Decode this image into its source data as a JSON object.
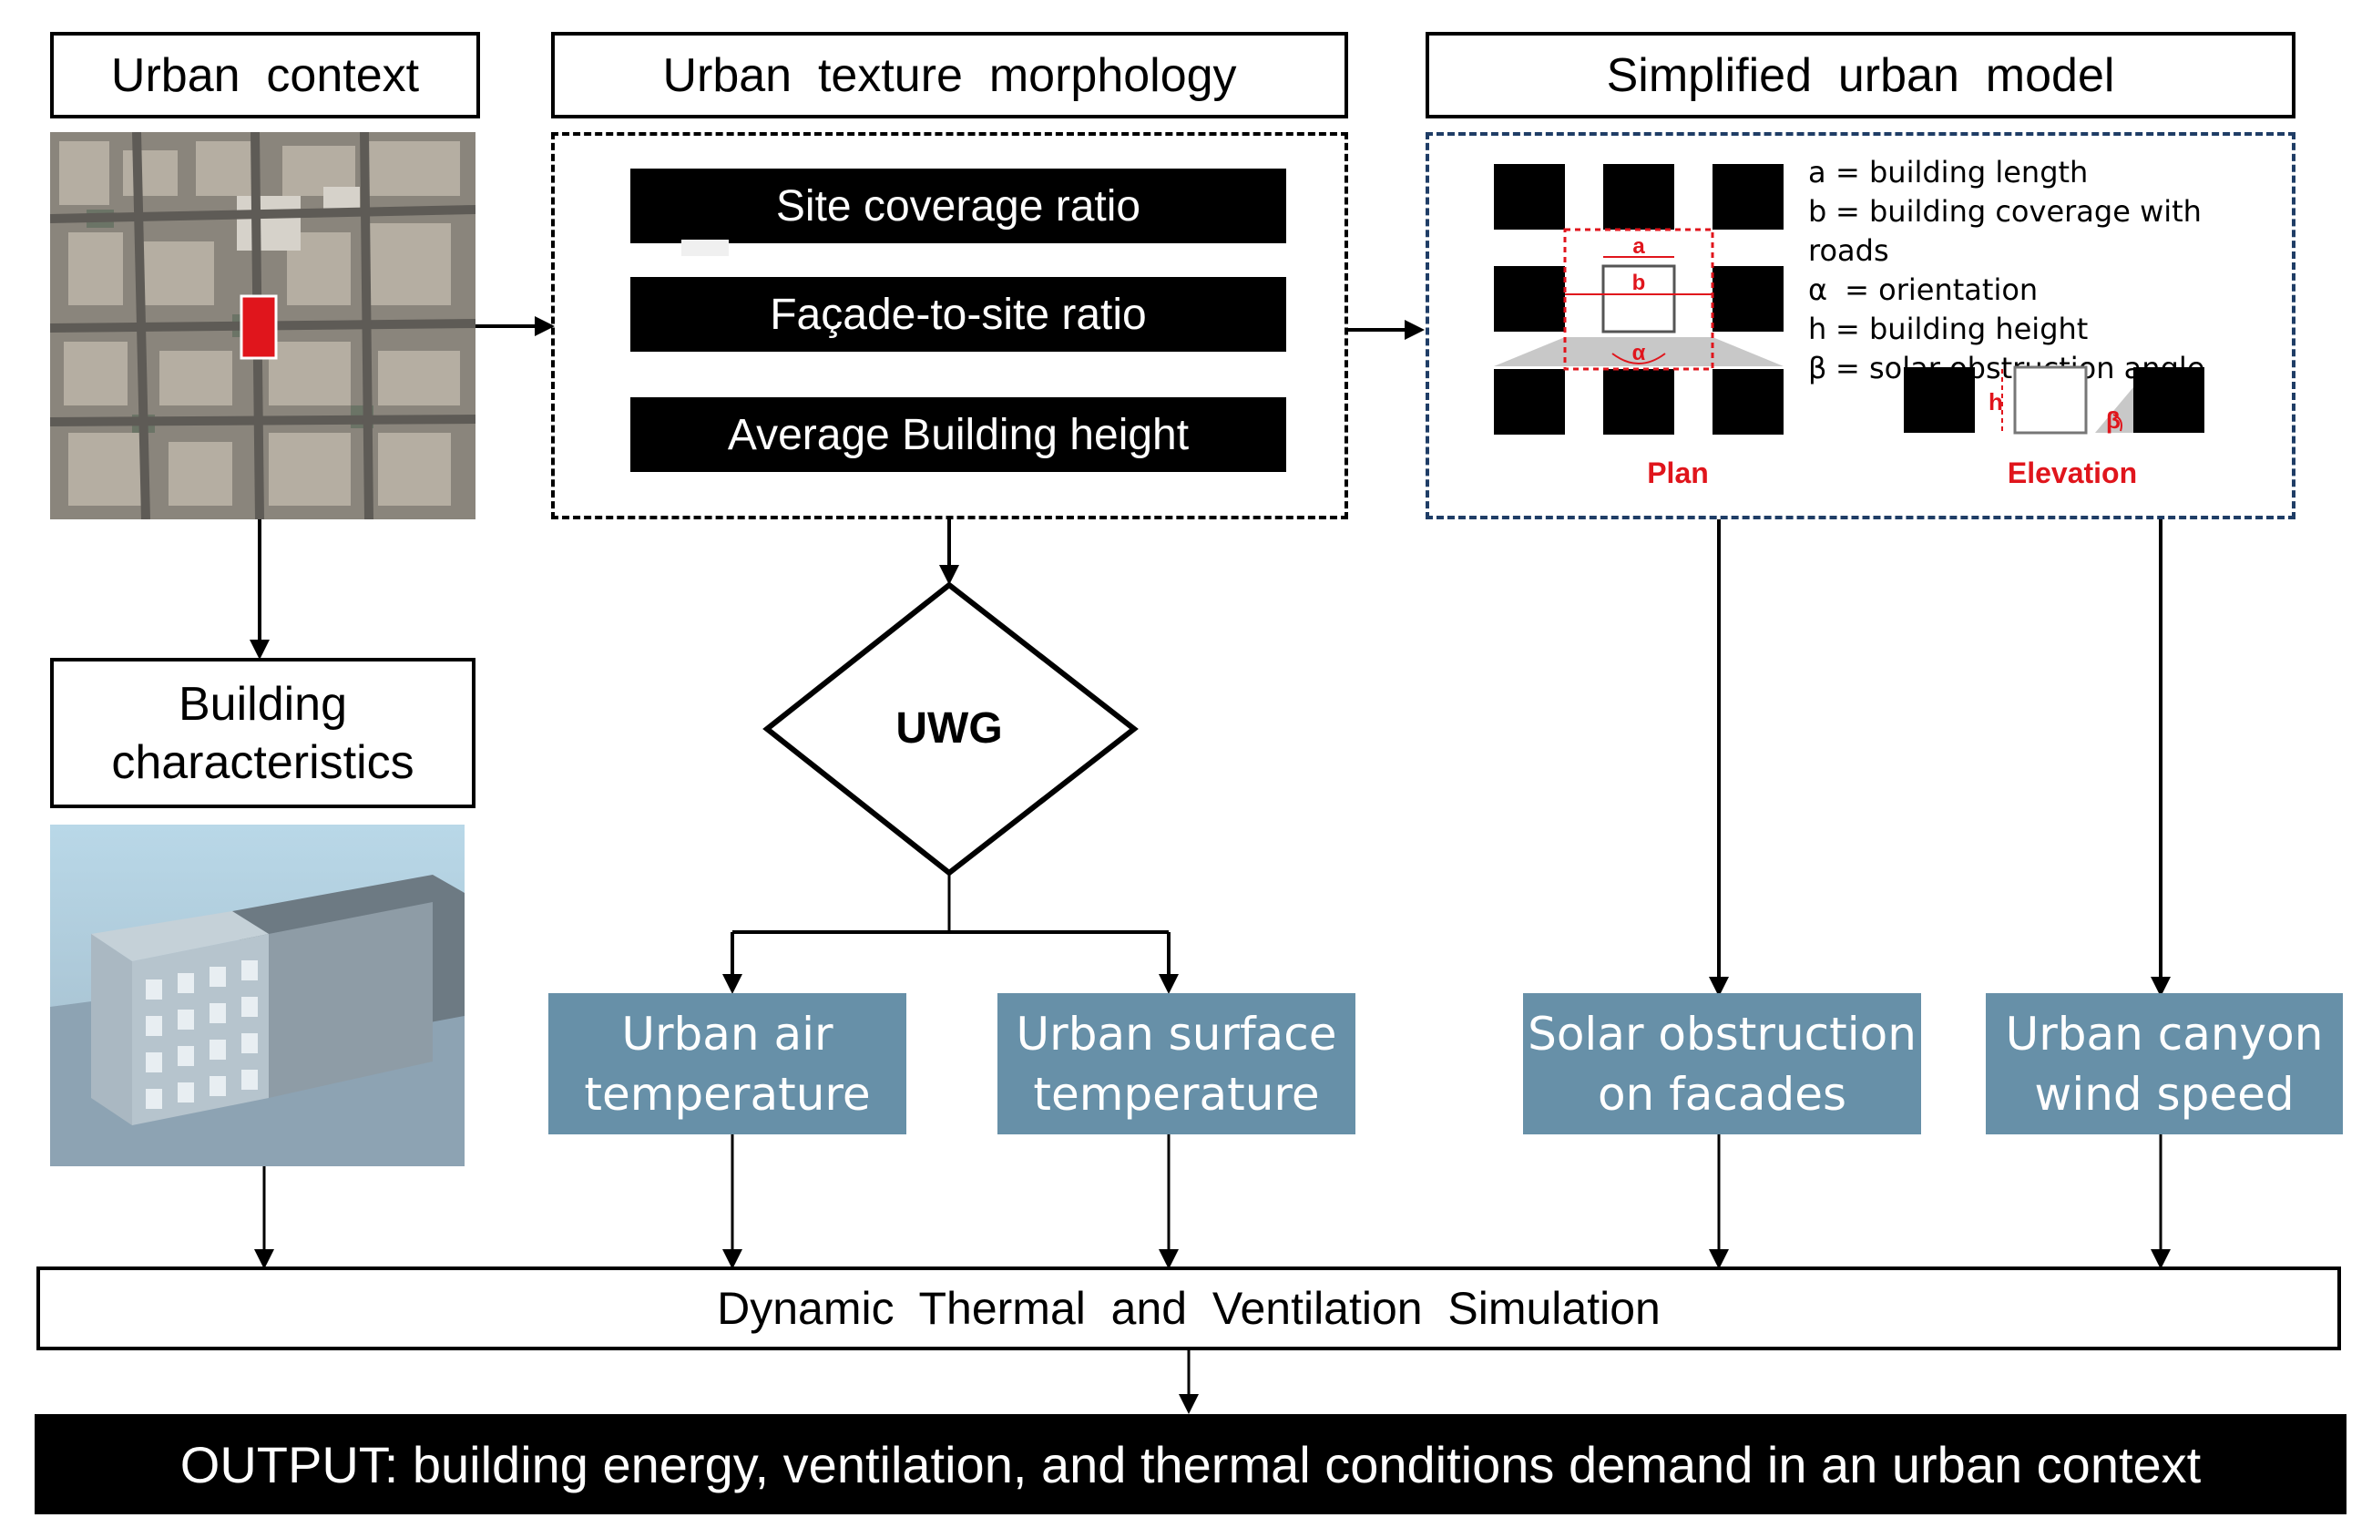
{
  "headers": {
    "urban_context": "Urban  context",
    "texture_morphology": "Urban  texture  morphology",
    "simplified_model": "Simplified  urban  model"
  },
  "morphology_metrics": [
    "Site coverage ratio",
    "Façade-to-site ratio",
    "Average Building height"
  ],
  "model_legend": [
    {
      "symbol": "a",
      "text": "= building length"
    },
    {
      "symbol": "b",
      "text": "= building coverage with roads"
    },
    {
      "symbol": "α",
      "text": " = orientation"
    },
    {
      "symbol": "h",
      "text": "= building height"
    },
    {
      "symbol": "β",
      "text": "= solar obstruction angle"
    }
  ],
  "plan_labels": {
    "a": "a",
    "b": "b",
    "alpha": "α",
    "plan": "Plan"
  },
  "elevation_labels": {
    "h": "h",
    "beta": "β",
    "elevation": "Elevation"
  },
  "building_characteristics": {
    "line1": "Building",
    "line2": "characteristics"
  },
  "decision": "UWG",
  "outputs": [
    {
      "line1": "Urban air",
      "line2": "temperature"
    },
    {
      "line1": "Urban surface",
      "line2": "temperature"
    },
    {
      "line1": "Solar obstruction",
      "line2": "on facades"
    },
    {
      "line1": "Urban canyon",
      "line2": "wind speed"
    }
  ],
  "simulation": "Dynamic  Thermal  and  Ventilation  Simulation",
  "output_bar": "OUTPUT: building energy, ventilation, and thermal conditions demand in an urban context",
  "colors": {
    "output_box": "#6790a8",
    "highlight_red": "#e0151c",
    "model_border": "#1f3d66"
  }
}
